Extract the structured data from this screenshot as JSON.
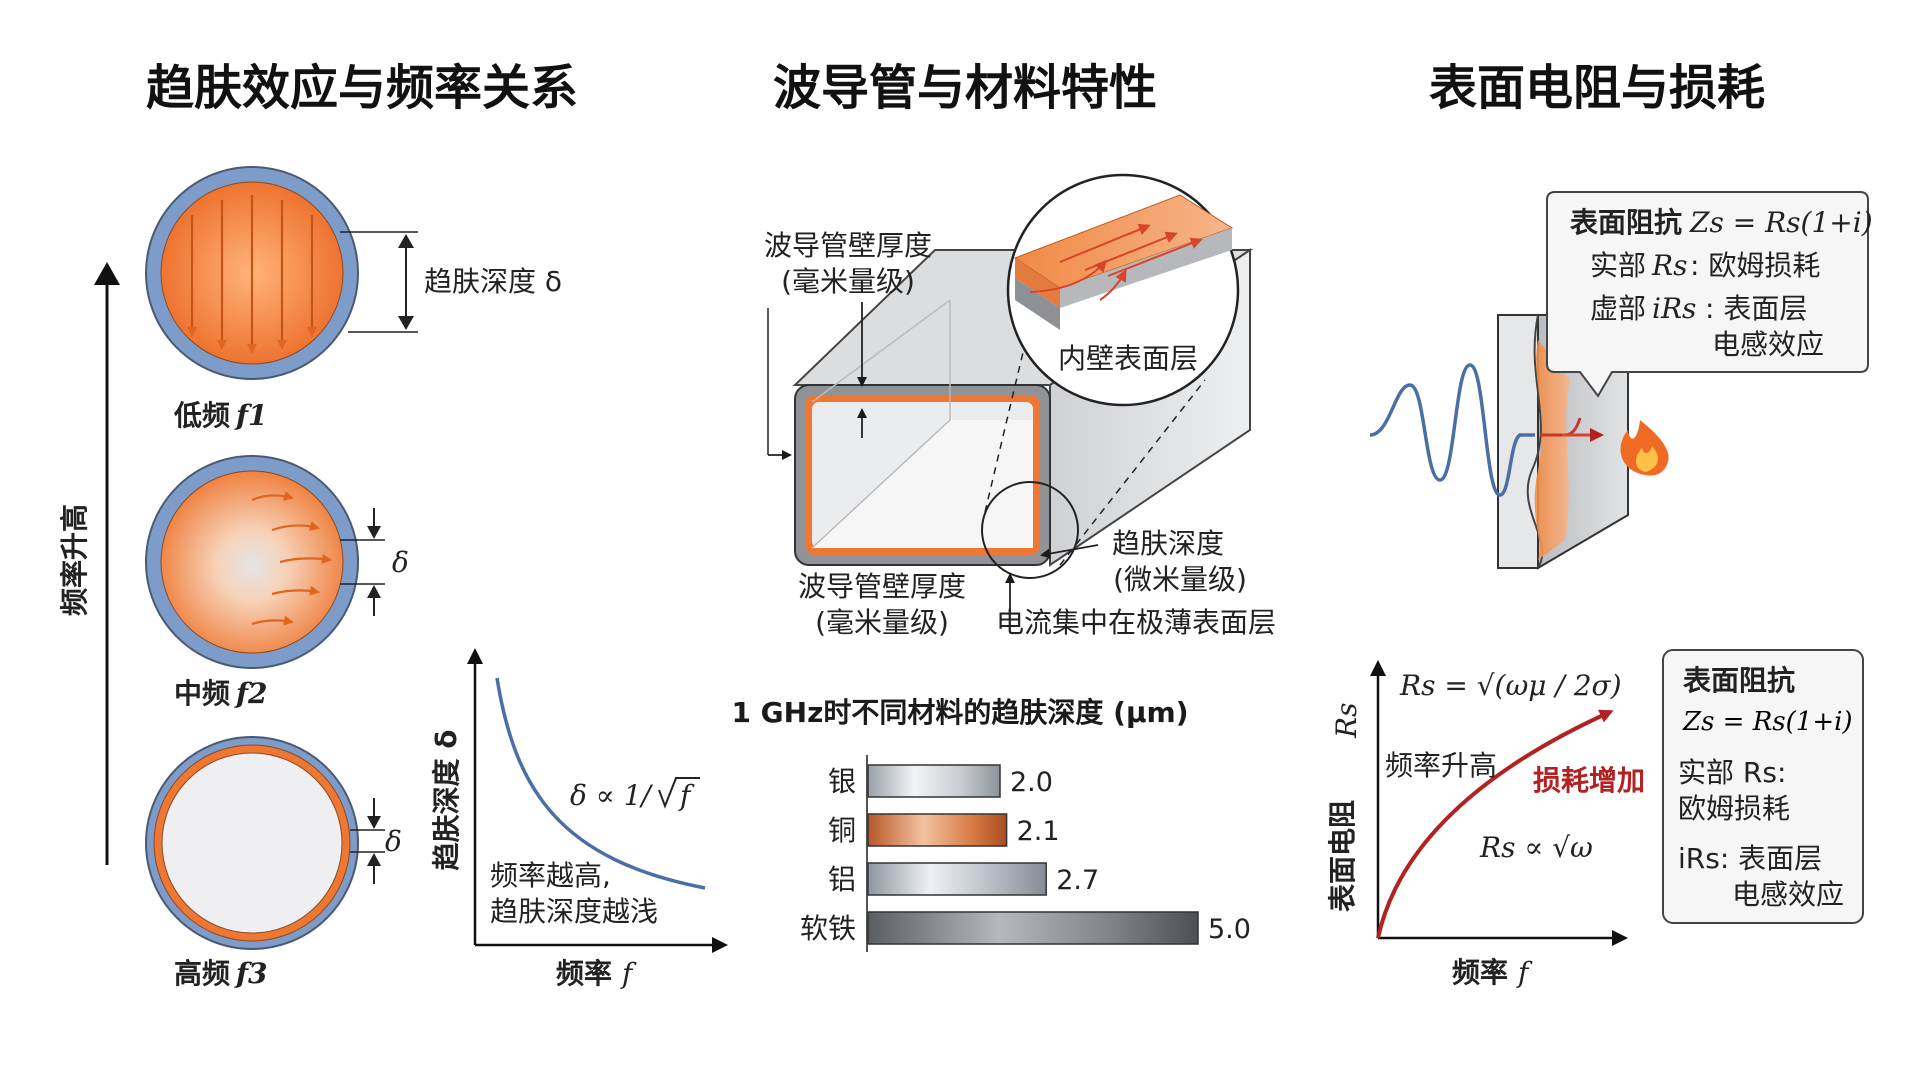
{
  "titles": {
    "left": "趋肤效应与频率关系",
    "middle": "波导管与材料特性",
    "right": "表面电阻与损耗"
  },
  "left_panel": {
    "axis_label": "频率升高",
    "skin_depth_label": "趋肤深度 δ",
    "delta": "δ",
    "circles": [
      {
        "label": "低频",
        "var": "f1"
      },
      {
        "label": "中频",
        "var": "f2"
      },
      {
        "label": "高频",
        "var": "f3"
      }
    ],
    "graph": {
      "ylabel": "趋肤深度 δ",
      "xlabel_text": "频率",
      "xlabel_var": "f",
      "formula_lhs": "δ ∝ 1/",
      "formula_sqrt": "f",
      "note_line1": "频率越高,",
      "note_line2": "趋肤深度越浅"
    }
  },
  "middle_panel": {
    "wall_top_line1": "波导管壁厚度",
    "wall_top_line2": "(毫米量级)",
    "inner_layer": "内壁表面层",
    "skin_depth_line1": "趋肤深度",
    "skin_depth_line2": "(微米量级)",
    "wall_bottom_line1": "波导管壁厚度",
    "wall_bottom_line2": "(毫米量级)",
    "current_note": "电流集中在极薄表面层",
    "chart_title": "1 GHz时不同材料的趋肤深度 (μm)"
  },
  "chart_data": {
    "type": "bar",
    "orientation": "horizontal",
    "title": "1 GHz时不同材料的趋肤深度 (μm)",
    "categories": [
      "银",
      "铜",
      "铝",
      "软铁"
    ],
    "values": [
      2.0,
      2.1,
      2.7,
      5.0
    ],
    "value_labels": [
      "2.0",
      "2.1",
      "2.7",
      "5.0"
    ],
    "xlim": [
      0,
      5.0
    ]
  },
  "right_panel": {
    "box1": {
      "title": "表面阻抗",
      "formula": "Zs = Rs(1+i)",
      "real_prefix": "实部",
      "real_sym": "Rs",
      "real_desc": ": 欧姆损耗",
      "imag_prefix": "虚部",
      "imag_sym": "iRs",
      "imag_desc": ": 表面层",
      "imag_desc2": "电感效应"
    },
    "graph": {
      "ylabel": "表面电阻",
      "ylabel_var": "Rs",
      "xlabel_text": "频率",
      "xlabel_var": "f",
      "formula_top": "Rs = √(ωμ / 2σ)",
      "freq_rise": "频率升高",
      "loss_increase": "损耗增加",
      "formula_prop": "Rs ∝ √ω"
    },
    "box2": {
      "title": "表面阻抗",
      "formula": "Zs = Rs(1+i)",
      "real_line1": "实部 Rs:",
      "real_line2": "欧姆损耗",
      "imag_line1": "iRs: 表面层",
      "imag_line2": "电感效应"
    }
  },
  "colors": {
    "copper": "#e8742e",
    "ring": "#7e9cc9",
    "curve_blue": "#4a6fa5",
    "loss_red": "#b22222"
  }
}
